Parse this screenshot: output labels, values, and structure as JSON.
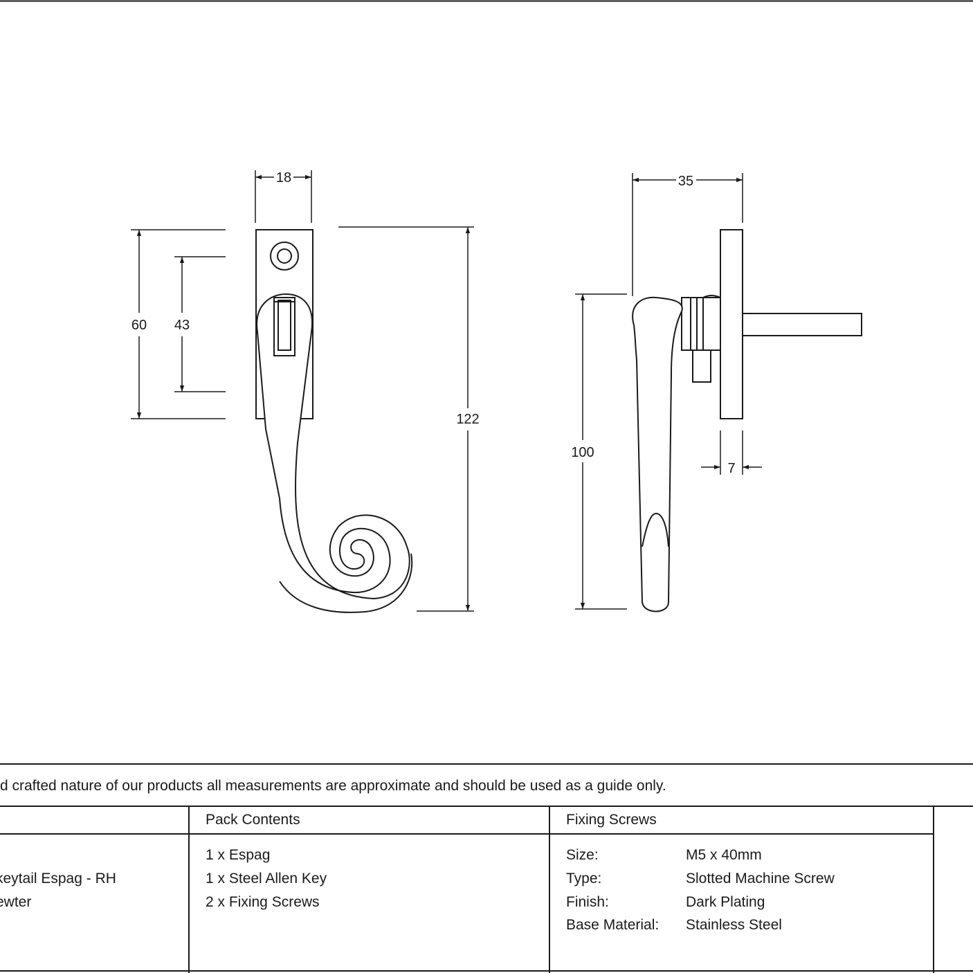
{
  "dimensions": {
    "front_width": "18",
    "front_plate_height": "60",
    "front_hole_spacing": "43",
    "front_total_height": "122",
    "side_depth": "35",
    "side_handle_height": "100",
    "side_plate_thickness": "7"
  },
  "disclaimer": "d crafted nature of our products all measurements are approximate and should be used as a guide only.",
  "product": {
    "line1": "keytail Espag - RH",
    "line2": "ewter"
  },
  "pack_contents": {
    "header": "Pack Contents",
    "items": [
      "1 x Espag",
      "1 x Steel Allen Key",
      "2 x Fixing Screws"
    ]
  },
  "fixing_screws": {
    "header": "Fixing Screws",
    "rows": [
      {
        "label": "Size:",
        "value": "M5 x 40mm"
      },
      {
        "label": "Type:",
        "value": "Slotted Machine Screw"
      },
      {
        "label": "Finish:",
        "value": "Dark Plating"
      },
      {
        "label": "Base Material:",
        "value": "Stainless Steel"
      }
    ]
  },
  "colors": {
    "line": "#1a1a1a",
    "background": "#ffffff"
  }
}
